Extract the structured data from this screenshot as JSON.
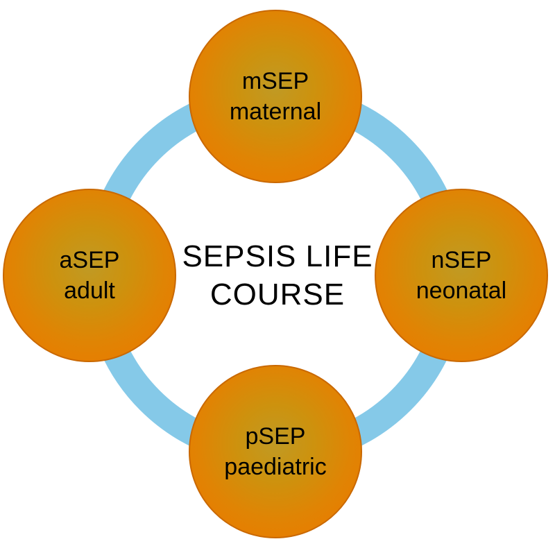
{
  "diagram": {
    "title_line1": "SEPSIS LIFE",
    "title_line2": "COURSE",
    "nodes": [
      {
        "abbr": "mSEP",
        "label": "maternal",
        "position": "top"
      },
      {
        "abbr": "nSEP",
        "label": "neonatal",
        "position": "right"
      },
      {
        "abbr": "pSEP",
        "label": "paediatric",
        "position": "bottom"
      },
      {
        "abbr": "aSEP",
        "label": "adult",
        "position": "left"
      }
    ],
    "colors": {
      "ring": "#85c9e8",
      "node_center": "#c09a24",
      "node_edge": "#e87c00",
      "text": "#000000",
      "background": "#ffffff"
    }
  }
}
